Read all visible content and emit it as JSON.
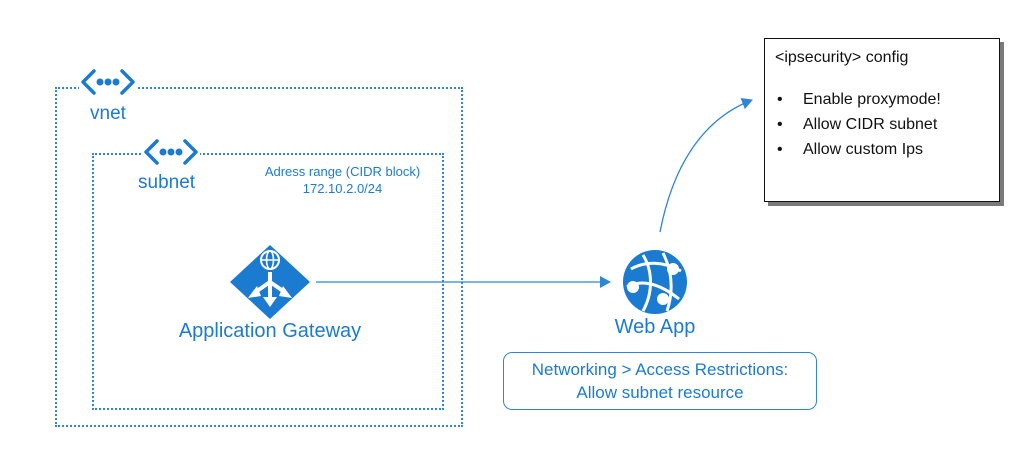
{
  "vnet": {
    "label": "vnet",
    "icon": "vnet-icon"
  },
  "subnet": {
    "label": "subnet",
    "icon": "subnet-icon",
    "cidr_title": "Adress range (CIDR block)",
    "cidr_value": "172.10.2.0/24"
  },
  "gateway": {
    "label": "Application Gateway",
    "icon": "application-gateway-icon"
  },
  "webapp": {
    "label": "Web App",
    "icon": "web-app-icon"
  },
  "restrictions": {
    "line1": "Networking > Access Restrictions:",
    "line2": "Allow subnet resource"
  },
  "config": {
    "title": "<ipsecurity> config",
    "items": [
      "Enable proxymode!",
      "Allow CIDR subnet",
      "Allow custom Ips"
    ]
  },
  "colors": {
    "accent": "#1a7bd0",
    "line": "#2f86d6"
  }
}
